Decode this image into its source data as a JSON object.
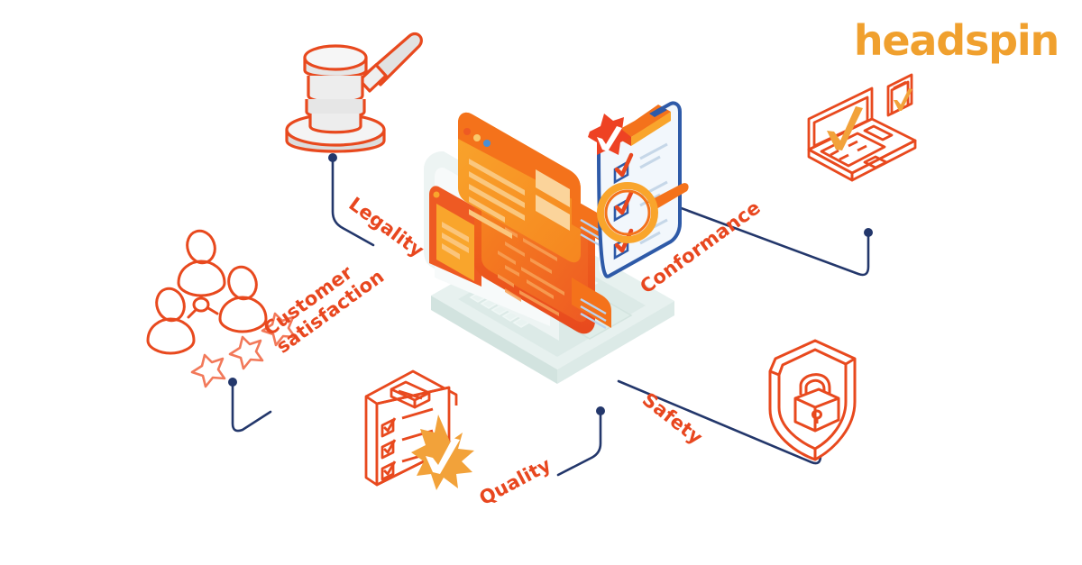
{
  "brand": {
    "name": "headspin",
    "color": "#F0A02E"
  },
  "theme": {
    "label_color": "#E8471F",
    "connector_color": "#1F3864",
    "orange_dark": "#E8491E",
    "orange_mid": "#F4721B",
    "orange_light": "#F9A63A",
    "blue_clipboard": "#2E5AA8",
    "device_grey": "#E4EFEC",
    "background": "#FFFFFF"
  },
  "labels": [
    {
      "id": "legality",
      "text": "Legality",
      "lines": [
        "Legality"
      ],
      "rotation_deg": 36,
      "color": "#E8471F"
    },
    {
      "id": "conformance",
      "text": "Conformance",
      "lines": [
        "Conformance"
      ],
      "rotation_deg": -36,
      "color": "#E8471F"
    },
    {
      "id": "customer",
      "text": "Customer satisfaction",
      "lines": [
        "Customer",
        "satisfaction"
      ],
      "rotation_deg": -36,
      "color": "#E8471F"
    },
    {
      "id": "quality",
      "text": "Quality",
      "lines": [
        "Quality"
      ],
      "rotation_deg": -28,
      "color": "#E8471F"
    },
    {
      "id": "safety",
      "text": "Safety",
      "lines": [
        "Safety"
      ],
      "rotation_deg": 38,
      "color": "#E8471F"
    }
  ],
  "icons": {
    "gavel": {
      "name": "gavel-icon",
      "label_for": "legality"
    },
    "people": {
      "name": "people-stars-icon",
      "label_for": "customer",
      "person_count": 3,
      "star_count": 3
    },
    "clipboard_seal": {
      "name": "clipboard-seal-icon",
      "label_for": "quality",
      "checkbox_count": 3
    },
    "devices": {
      "name": "laptop-phone-check-icon",
      "label_for": "conformance"
    },
    "shield": {
      "name": "shield-lock-icon",
      "label_for": "safety"
    },
    "center": {
      "name": "laptop-testing-illustration"
    }
  },
  "center_illustration": {
    "title": "laptop-with-browser-windows",
    "parts": [
      "browser-window",
      "code-editor-panel",
      "mobile-preview",
      "clipboard-checklist",
      "magnifier",
      "quality-seal",
      "laptop-keyboard",
      "trackpad"
    ]
  }
}
